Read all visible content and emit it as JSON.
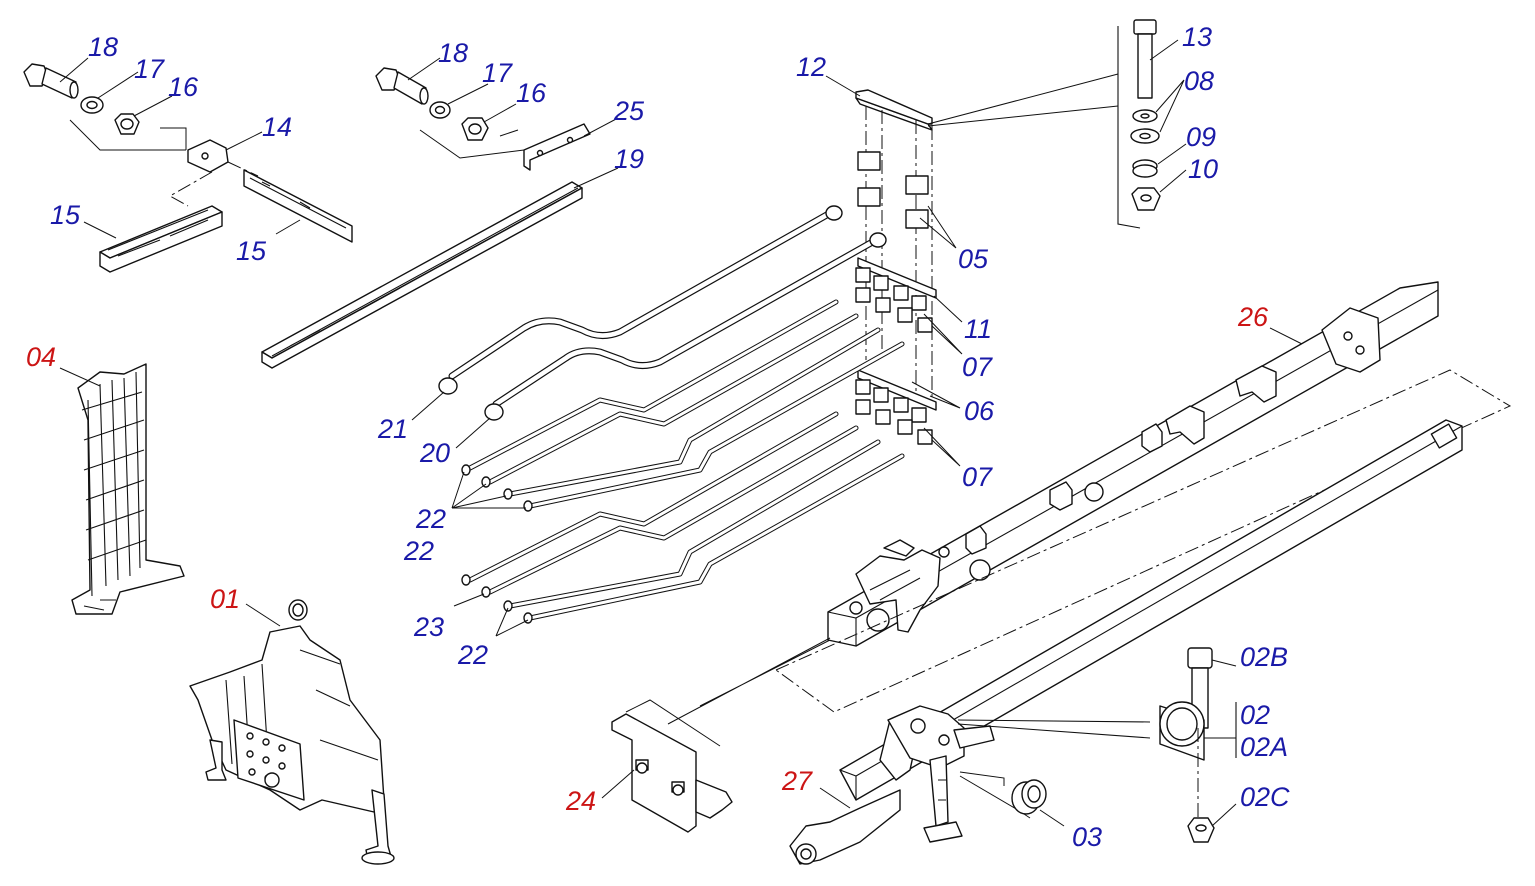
{
  "diagram": {
    "colors": {
      "label_blue": "#1a1aa8",
      "label_red": "#cc1515",
      "line": "#111111"
    },
    "labels": {
      "p18a": "18",
      "p17a": "17",
      "p16a": "16",
      "p14": "14",
      "p15a": "15",
      "p15b": "15",
      "p18b": "18",
      "p17b": "17",
      "p16b": "16",
      "p25": "25",
      "p19": "19",
      "p12": "12",
      "p13": "13",
      "p08": "08",
      "p09": "09",
      "p10": "10",
      "p05": "05",
      "p11": "11",
      "p07a": "07",
      "p06": "06",
      "p07b": "07",
      "p21": "21",
      "p20": "20",
      "p22a": "22",
      "p22b": "22",
      "p23": "23",
      "p22c": "22",
      "p04": "04",
      "p01": "01",
      "p26": "26",
      "p24": "24",
      "p27": "27",
      "p03": "03",
      "p02B": "02B",
      "p02": "02",
      "p02A": "02A",
      "p02C": "02C"
    }
  }
}
